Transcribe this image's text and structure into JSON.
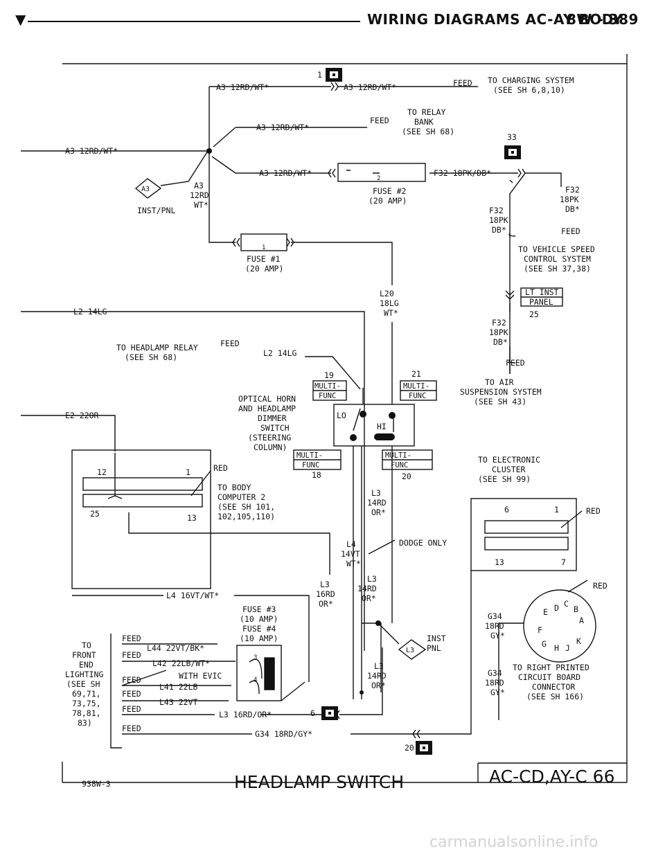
{
  "header": {
    "marker": "▼",
    "title": "WIRING DIAGRAMS AC-AY BODY",
    "page": "8W - 389"
  },
  "diagram": {
    "labels": {
      "a3_top": "A3 12RD/WT*",
      "a3_top_right": "A3 12RD/WT*",
      "feed_charging": "FEED",
      "to_charging": "TO CHARGING SYSTEM",
      "see_charging": "(SEE SH 6,8,10)",
      "a3_relay": "A3 12RD/WT*",
      "feed_relay": "FEED",
      "to_relay": "TO RELAY",
      "bank": "BANK",
      "see_relay": "(SEE SH 68)",
      "a3_left": "A3 12RD/WT*",
      "a3_fuse2": "A3 12RD/WT*",
      "f32_right": "F32 18PK/DB*",
      "fuse2": "FUSE #2",
      "fuse2_amp": "(20 AMP)",
      "a3_node1": "A3",
      "a3_node2": "12RD",
      "a3_node3": "WT*",
      "inst_pnl": "INST/PNL",
      "fuse1": "FUSE #1",
      "fuse1_amp": "(20 AMP)",
      "f32_a1": "F32",
      "f32_a2": "18PK",
      "f32_a3": "DB*",
      "f32_b1": "F32",
      "f32_b2": "18PK",
      "f32_b3": "DB*",
      "feed_vs": "FEED",
      "to_vs1": "TO VEHICLE SPEED",
      "to_vs2": "CONTROL SYSTEM",
      "to_vs3": "(SEE SH 37,38)",
      "l20_1": "L20",
      "l20_2": "18LG",
      "l20_3": "WT*",
      "l2_left": "L2 14LG",
      "lt_inst1": "LT INST",
      "lt_inst2": "PANEL",
      "lt_inst_num": "25",
      "f32_c1": "F32",
      "f32_c2": "18PK",
      "f32_c3": "DB*",
      "feed_air": "FEED",
      "to_air1": "TO AIR",
      "to_air2": "SUSPENSION SYSTEM",
      "to_air3": "(SEE SH 43)",
      "to_hl1": "TO HEADLAMP RELAY",
      "to_hl2": "(SEE SH 68)",
      "feed_hl": "FEED",
      "l2_hl": "L2 14LG",
      "num19": "19",
      "num21": "21",
      "mf1": "MULTI-",
      "mf2": "FUNC",
      "sw1": "OPTICAL HORN",
      "sw2": "AND HEADLAMP",
      "sw3": "DIMMER",
      "sw4": "SWITCH",
      "sw5": "(STEERING",
      "sw6": "COLUMN)",
      "lo": "LO",
      "hi": "HI",
      "e2": "E2 22OR",
      "num18": "18",
      "num20": "20",
      "to_ec1": "TO ELECTRONIC",
      "to_ec2": "CLUSTER",
      "to_ec3": "(SEE SH 99)",
      "c12": "12",
      "c1": "1",
      "c25": "25",
      "c13": "13",
      "red1": "RED",
      "to_bc1": "TO BODY",
      "to_bc2": "COMPUTER 2",
      "to_bc3": "(SEE SH 101,",
      "to_bc4": "102,105,110)",
      "l3a1": "L3",
      "l3a2": "14RD",
      "l3a3": "OR*",
      "r6": "6",
      "r1": "1",
      "r13": "13",
      "r7": "7",
      "red2": "RED",
      "l4a1": "L4",
      "l4a2": "14VT",
      "l4a3": "WT*",
      "dodge": "DODGE ONLY",
      "l4_16": "L4 16VT/WT*",
      "l3b1": "L3",
      "l3b2": "16RD",
      "l3b3": "OR*",
      "l3c1": "L3",
      "l3c2": "14RD",
      "l3c3": "OR*",
      "red3": "RED",
      "fuse3": "FUSE #3",
      "fuse3_amp": "(10 AMP)",
      "fuse4": "FUSE #4",
      "fuse4_amp": "(10 AMP)",
      "g34a1": "G34",
      "g34a2": "18RD",
      "g34a3": "GY*",
      "inst_pnl2": "INST",
      "inst_pnl3": "PNL",
      "to_front1": "TO",
      "to_front2": "FRONT",
      "to_front3": "END",
      "to_front4": "LIGHTING",
      "to_front5": "(SEE SH",
      "to_front6": "69,71,",
      "to_front7": "73,75,",
      "to_front8": "78,81,",
      "to_front9": "83)",
      "feed1": "FEED",
      "l44": "L44 22VT/BK*",
      "feed2": "FEED",
      "l42": "L42 22LB/WT*",
      "feed3": "FEED",
      "with_evic": "WITH EVIC",
      "l41": "L41 22LB",
      "feed4": "FEED",
      "l43": "L43 22VT",
      "feed5": "FEED",
      "l3_16": "L3 16RD/OR*",
      "feed6": "FEED",
      "g34_bottom": "G34 18RD/GY*",
      "l3d1": "L3",
      "l3d2": "14RD",
      "l3d3": "OR*",
      "g34b1": "G34",
      "g34b2": "18RD",
      "g34b3": "GY*",
      "pcb1": "TO RIGHT PRINTED",
      "pcb2": "CIRCUIT BOARD",
      "pcb3": "CONNECTOR",
      "pcb4": "(SEE SH 166)",
      "fuse_num1": "1",
      "fuse_num2": "2",
      "fuse_num3": "3",
      "fuse_num4": "4",
      "conn1": "1",
      "conn33": "33",
      "conn6": "6",
      "conn20": "20",
      "a3_diamond": "A3",
      "l3_diamond": "L3",
      "pin_e": "E",
      "pin_d": "D",
      "pin_c": "C",
      "pin_b": "B",
      "pin_a": "A",
      "pin_f": "F",
      "pin_g": "G",
      "pin_h": "H",
      "pin_j": "J",
      "pin_k": "K"
    },
    "footer": {
      "code": "938W-3",
      "title": "HEADLAMP SWITCH",
      "ref": "AC-CD,AY-C 66"
    }
  },
  "watermark": "carmanualsonline.info"
}
